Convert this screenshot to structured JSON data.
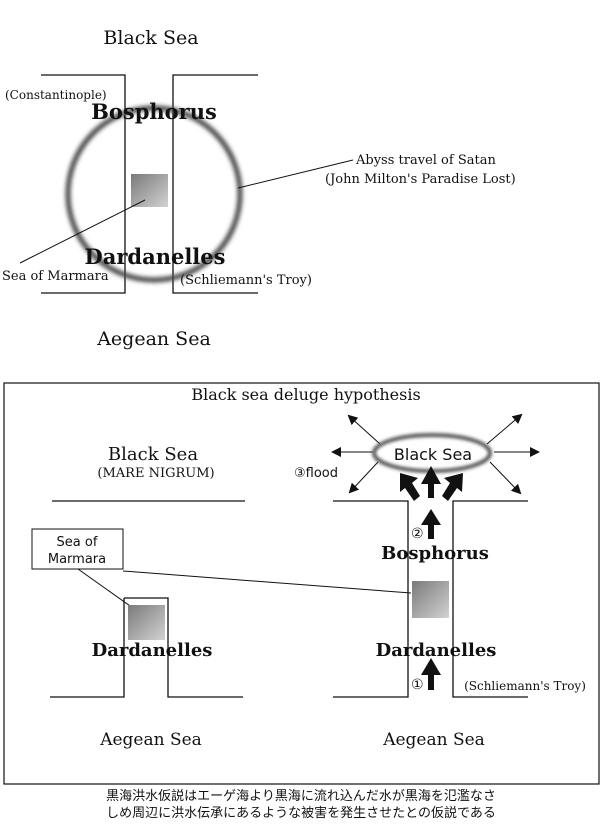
{
  "top_diagram": {
    "black_sea": "Black Sea",
    "constantinople": "(Constantinople)",
    "bosphorus": "Bosphorus",
    "abyss_line1": "Abyss travel of Satan",
    "abyss_line2": "(John Milton's  Paradise Lost)",
    "dardanelles": "Dardanelles",
    "sea_of_marmara": "Sea of Marmara",
    "troy": "(Schliemann's Troy)",
    "aegean_sea": "Aegean Sea"
  },
  "hypothesis_panel": {
    "title": "Black sea deluge hypothesis",
    "left": {
      "black_sea": "Black Sea",
      "mare_nigrum": "(MARE NIGRUM)",
      "marmara_box_line1": "Sea of",
      "marmara_box_line2": "Marmara",
      "dardanelles": "Dardanelles",
      "aegean_sea": "Aegean Sea"
    },
    "right": {
      "flood_label": "③flood",
      "black_sea": "Black Sea",
      "step2": "②",
      "bosphorus": "Bosphorus",
      "dardanelles": "Dardanelles",
      "step1": "①",
      "troy": "(Schliemann's Troy)",
      "aegean_sea": "Aegean Sea"
    }
  },
  "caption": {
    "line1": "黒海洪水仮説はエーゲ海より黒海に流れ込んだ水が黒海を氾濫なさ",
    "line2": "しめ周辺に洪水伝承にあるような被害を発生させたとの仮説である"
  }
}
